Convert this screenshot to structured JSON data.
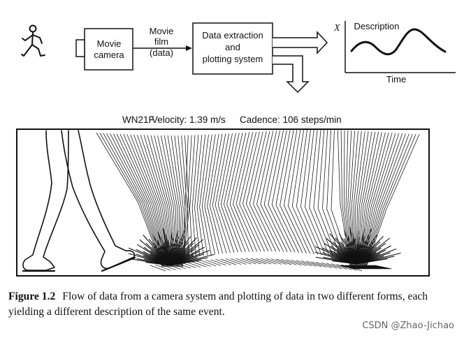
{
  "top_diagram": {
    "camera_label_line1": "Movie",
    "camera_label_line2": "camera",
    "film_label_line1": "Movie",
    "film_label_line2": "film",
    "film_label_line3": "(data)",
    "system_label_line1": "Data extraction",
    "system_label_line2": "and",
    "system_label_line3": "plotting system",
    "plot_axis_y": "X",
    "plot_title": "Description",
    "plot_axis_x": "Time"
  },
  "stick_figure_header": {
    "subject": "WN21F",
    "velocity": "Velocity:  1.39 m/s",
    "cadence": "Cadence:  106 steps/min"
  },
  "caption": {
    "label": "Figure 1.2",
    "text": "Flow of data from a camera system and plotting of data in two different forms, each yielding a different description of the same event."
  },
  "watermark": "CSDN @Zhao-Jichao"
}
